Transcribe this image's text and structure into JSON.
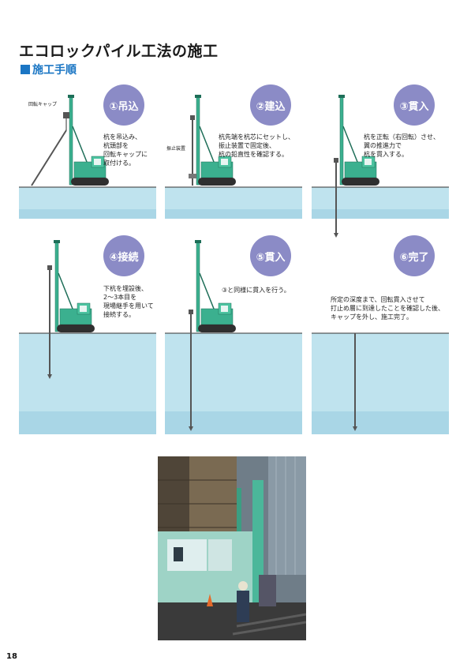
{
  "title": "エコロックパイル工法の施工",
  "subtitle": "施工手順",
  "colors": {
    "accent": "#1b76c4",
    "badge": "#8b8bc6",
    "ground": "#bfe3ee",
    "machine": "#3bb08f"
  },
  "steps": [
    {
      "badge": "①吊込",
      "text": "杭を吊込み、\n杭頭部を\n回転キャップに\n取付ける。",
      "label": "回転キャップ"
    },
    {
      "badge": "②建込",
      "text": "杭先端を杭芯にセットし、\n振止装置で固定後、\n杭の鉛直性を確認する。",
      "label": "振止装置"
    },
    {
      "badge": "③貫入",
      "text": "杭を正転（右回転）させ、\n翼の推進力で\n杭を貫入する。"
    },
    {
      "badge": "④接続",
      "text": "下杭を埋設後、\n2～3本目を\n現場継手を用いて\n接続する。"
    },
    {
      "badge": "⑤貫入",
      "text": "③と同様に貫入を行う。"
    },
    {
      "badge": "⑥完了",
      "text": "所定の深度まで、回転貫入させて\n打止め層に到達したことを確認した後、\nキャップを外し、施工完了。"
    }
  ],
  "page_number": "18"
}
